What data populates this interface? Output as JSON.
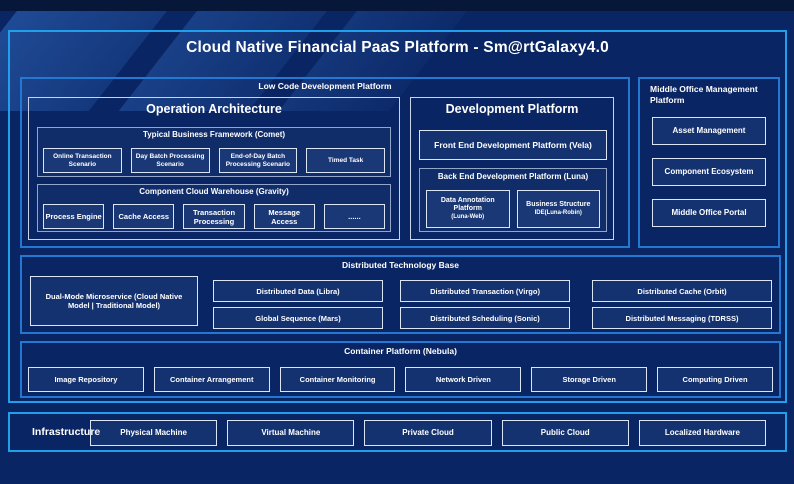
{
  "title": "Cloud Native Financial PaaS Platform - Sm@rtGalaxy4.0",
  "low_code": {
    "label": "Low Code Development Platform",
    "operation": {
      "title": "Operation Architecture",
      "comet": {
        "label": "Typical Business Framework (Comet)",
        "items": [
          "Online Transaction Scenario",
          "Day Batch Processing Scenario",
          "End-of-Day Batch Processing Scenario",
          "Timed Task"
        ]
      },
      "gravity": {
        "label": "Component Cloud Warehouse (Gravity)",
        "items": [
          "Process Engine",
          "Cache Access",
          "Transaction Processing",
          "Message Access",
          "......"
        ]
      }
    },
    "development": {
      "title": "Development Platform",
      "front_end": "Front End Development Platform (Vela)",
      "back_end": {
        "label": "Back End Development Platform (Luna)",
        "items": [
          {
            "title": "Data Annotation Platform",
            "subtitle": "(Luna-Web)"
          },
          {
            "title": "Business Structure",
            "subtitle": "IDE(Luna-Robin)"
          }
        ]
      }
    }
  },
  "middle_office": {
    "label": "Middle Office Management Platform",
    "items": [
      "Asset Management",
      "Component Ecosystem",
      "Middle Office Portal"
    ]
  },
  "distributed": {
    "label": "Distributed Technology Base",
    "dual_mode": "Dual-Mode Microservice (Cloud Native Model | Traditional Model)",
    "columns": [
      [
        "Distributed Data (Libra)",
        "Global Sequence (Mars)"
      ],
      [
        "Distributed Transaction (Virgo)",
        "Distributed Scheduling (Sonic)"
      ],
      [
        "Distributed Cache (Orbit)",
        "Distributed Messaging (TDRSS)"
      ]
    ]
  },
  "container": {
    "label": "Container Platform (Nebula)",
    "items": [
      "Image Repository",
      "Container Arrangement",
      "Container Monitoring",
      "Network Driven",
      "Storage Driven",
      "Computing Driven"
    ]
  },
  "infrastructure": {
    "label": "Infrastructure",
    "items": [
      "Physical Machine",
      "Virtual Machine",
      "Private Cloud",
      "Public Cloud",
      "Localized Hardware"
    ]
  },
  "colors": {
    "background": "#0A2563",
    "top_strip": "#06173A",
    "outer_border": "#20A0EA",
    "section_border": "#2478D2",
    "box_border": "#DCE5F3",
    "text": "#FFFFFF"
  }
}
